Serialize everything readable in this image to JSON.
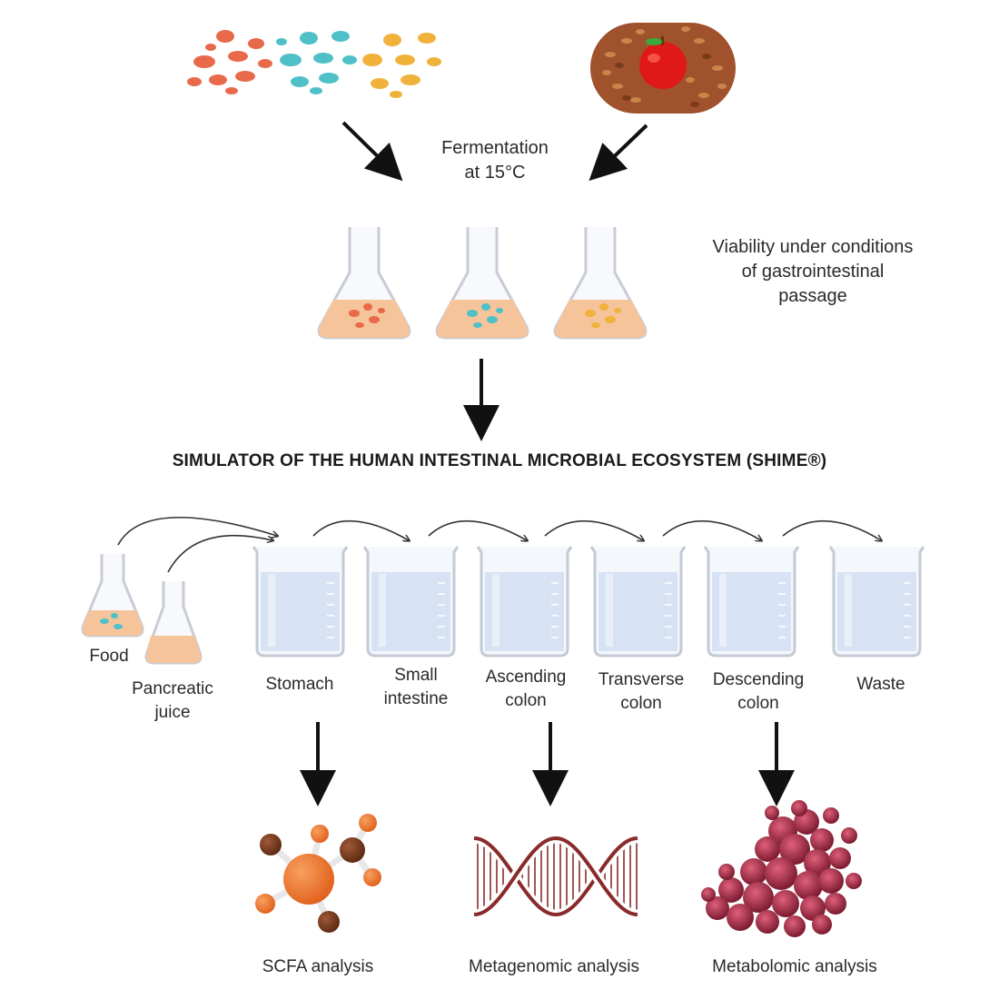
{
  "fermentation": {
    "line1": "Fermentation",
    "line2": "at 15°C"
  },
  "viability": {
    "line1": "Viability under conditions",
    "line2": "of gastrointestinal",
    "line3": "passage"
  },
  "shime_title": "SIMULATOR OF THE HUMAN INTESTINAL MICROBIAL ECOSYSTEM (SHIME®)",
  "vessels": {
    "food": "Food",
    "pancreatic": {
      "line1": "Pancreatic",
      "line2": "juice"
    },
    "stomach": "Stomach",
    "small_intestine": {
      "line1": "Small",
      "line2": "intestine"
    },
    "ascending": {
      "line1": "Ascending",
      "line2": "colon"
    },
    "transverse": {
      "line1": "Transverse",
      "line2": "colon"
    },
    "descending": {
      "line1": "Descending",
      "line2": "colon"
    },
    "waste": "Waste"
  },
  "analyses": {
    "scfa": "SCFA analysis",
    "metagenomic": "Metagenomic analysis",
    "metabolomic": "Metabolomic analysis"
  },
  "colors": {
    "bacteria_red": "#e86a4a",
    "bacteria_teal": "#4fc0c8",
    "bacteria_yellow": "#f0b23a",
    "medium": "#f6c49a",
    "beaker_fill": "#d7e3f5",
    "molecule_orange": "#f07a2a",
    "molecule_brown": "#6b3218",
    "dna": "#8a2a2a",
    "metabolite": "#a8284a"
  }
}
